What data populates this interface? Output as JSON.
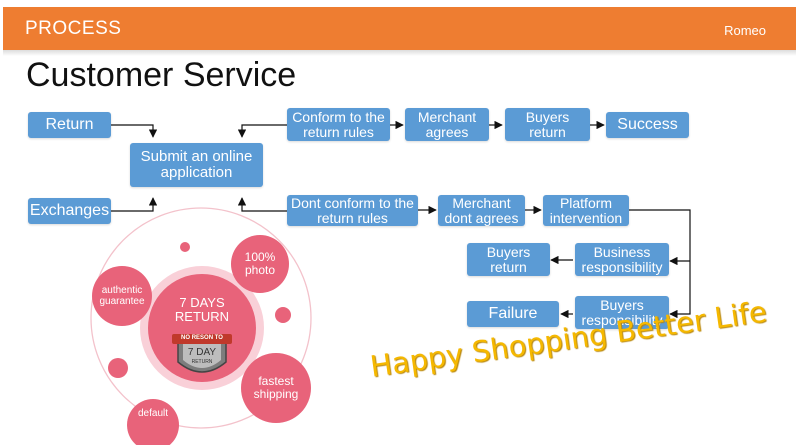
{
  "header": {
    "title": "PROCESS",
    "user": "Romeo"
  },
  "page_title": "Customer Service",
  "flow": {
    "return": "Return",
    "exchanges": "Exchanges",
    "submit": "Submit an online application",
    "conform": "Conform to the return rules",
    "merchant_agrees": "Merchant agrees",
    "buyers_return_top": "Buyers return",
    "success": "Success",
    "dont_conform": "Dont conform to the return rules",
    "merchant_dont": "Merchant dont agrees",
    "platform": "Platform intervention",
    "buyers_return_mid": "Buyers return",
    "business_resp": "Business responsibility",
    "failure": "Failure",
    "buyers_resp": "Buyers responsibility"
  },
  "badges": {
    "seven_days": "7 DAYS RETURN",
    "photo": "100% photo",
    "authentic": "authentic guarantee",
    "shipping": "fastest shipping",
    "partial": "default",
    "shield_top": "NO RESON TO",
    "shield_mid": "7 DAY",
    "shield_bot": "RETURN"
  },
  "slogan": "Happy Shopping  Better Life",
  "colors": {
    "header": "#ee7d31",
    "box": "#5b9bd5",
    "badge": "#e8637a",
    "slogan": "#f5b800"
  }
}
